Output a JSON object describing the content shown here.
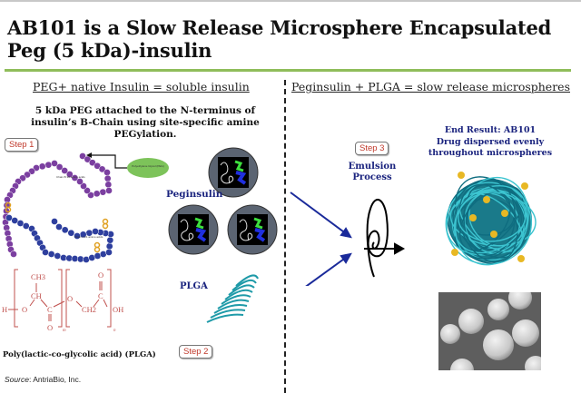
{
  "title": "AB101 is a Slow Release Microsphere Encapsulated Peg (5 kDa)-insulin",
  "left": {
    "heading": "PEG+ native Insulin = soluble insulin",
    "description": "5 kDa PEG attached to the N-terminus of insulin’s B-Chain using site-specific amine PEGylation.",
    "step1": "Step 1",
    "peg_label": "Polyethylene Glycol (PEG)",
    "chain_b_label": "Chain B 30 amino acids",
    "chain_a_label": "Chain A 21 amino acids",
    "peginsulin_label": "Peginsulin",
    "plga_label": "PLGA",
    "step2": "Step 2",
    "plga_name": "Poly(lactic-co-glycolic acid) (PLGA)",
    "formula": {
      "ch3": "CH3",
      "ch": "CH",
      "c1": "C",
      "o1": "O",
      "o2": "O",
      "ch2": "CH2",
      "c2": "C",
      "o3": "O",
      "oh": "OH",
      "h": "H",
      "o_link": "O",
      "m": "m",
      "n": "n"
    },
    "source_prefix": "Source",
    "source_name": ": AntriaBio, Inc."
  },
  "right": {
    "heading": "Peginsulin + PLGA = slow release microspheres",
    "step3": "Step 3",
    "emulsion": "Emulsion Process",
    "end_result_line1": "End Result: AB101",
    "end_result_line2": "Drug dispersed evenly",
    "end_result_line3": "throughout microspheres"
  },
  "colors": {
    "accent_green": "#8fbd5a",
    "label_blue": "#1a237e",
    "step_red": "#c0392b",
    "formula_red": "#c0504d",
    "arrow_blue": "#1a2a9a",
    "chain_b": "#7b3fa0",
    "chain_a": "#2e3f9e"
  }
}
